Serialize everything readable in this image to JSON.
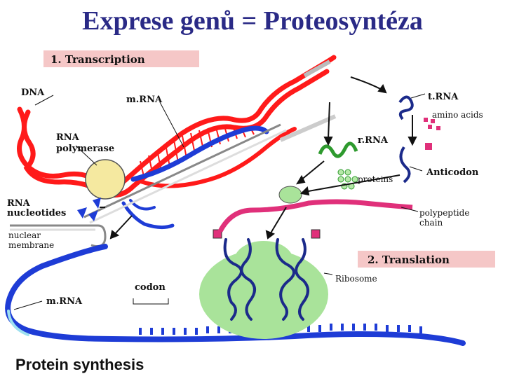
{
  "title": "Exprese genů = Proteosyntéza",
  "headers": {
    "transcription": "1. Transcription",
    "translation": "2. Translation"
  },
  "labels": {
    "dna": "DNA",
    "mrna_top": "m.RNA",
    "rna_polymerase_1": "RNA",
    "rna_polymerase_2": "polymerase",
    "rna_nucleotides_1": "RNA",
    "rna_nucleotides_2": "nucleotides",
    "nuclear_membrane_1": "nuclear",
    "nuclear_membrane_2": "membrane",
    "mrna_bottom": "m.RNA",
    "codon": "codon",
    "trna": "t.RNA",
    "amino_acids": "amino acids",
    "rrna": "r.RNA",
    "proteins": "proteins",
    "anticodon": "Anticodon",
    "polypeptide_1": "polypeptide",
    "polypeptide_2": "chain",
    "ribosome": "Ribosome"
  },
  "footer": "Protein synthesis",
  "colors": {
    "title": "#2a2a86",
    "dna": "#ff1a1a",
    "mrna": "#1e3cd6",
    "ribosome": "#a9e39a",
    "polymerase": "#f5e9a0",
    "polypeptide": "#e0307a",
    "header_bg": "#f5c7c7",
    "trna": "#1b2a8a",
    "rrna": "#2e9a2e"
  }
}
